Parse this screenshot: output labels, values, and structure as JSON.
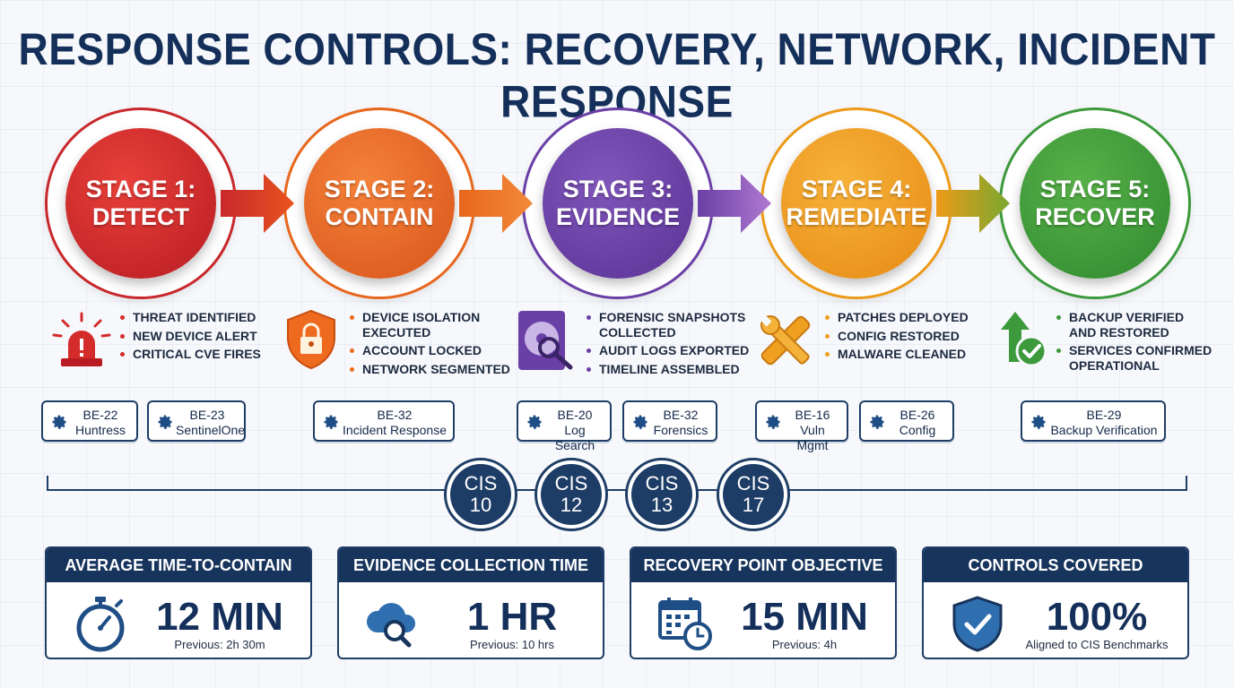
{
  "title": "RESPONSE CONTROLS: RECOVERY, NETWORK, INCIDENT RESPONSE",
  "colors": {
    "navy": "#14305a",
    "detect": "#d42b2b",
    "contain": "#ee6a1e",
    "evidence": "#6a3fa6",
    "remediate": "#f0a020",
    "recover": "#3c9a3c"
  },
  "stages": [
    {
      "line1": "STAGE 1:",
      "line2": "DETECT",
      "icon": "alarm-icon",
      "bullets": [
        "THREAT IDENTIFIED",
        "NEW DEVICE ALERT",
        "CRITICAL CVE FIRES"
      ]
    },
    {
      "line1": "STAGE 2:",
      "line2": "CONTAIN",
      "icon": "shield-lock-icon",
      "bullets": [
        "DEVICE ISOLATION\nEXECUTED",
        "ACCOUNT LOCKED",
        "NETWORK SEGMENTED"
      ]
    },
    {
      "line1": "STAGE 3:",
      "line2": "EVIDENCE",
      "icon": "forensic-disk-icon",
      "bullets": [
        "FORENSIC SNAPSHOTS\nCOLLECTED",
        "AUDIT LOGS EXPORTED",
        "TIMELINE ASSEMBLED"
      ]
    },
    {
      "line1": "STAGE 4:",
      "line2": "REMEDIATE",
      "icon": "tools-icon",
      "bullets": [
        "PATCHES DEPLOYED",
        "CONFIG RESTORED",
        "MALWARE CLEANED"
      ]
    },
    {
      "line1": "STAGE 5:",
      "line2": "RECOVER",
      "icon": "upload-check-icon",
      "bullets": [
        "BACKUP VERIFIED\nAND RESTORED",
        "SERVICES CONFIRMED\nOPERATIONAL"
      ]
    }
  ],
  "badges": [
    {
      "code": "BE-22",
      "label": "Huntress",
      "icon": "gear-icon"
    },
    {
      "code": "BE-23",
      "label": "SentinelOne",
      "icon": "gear-icon"
    },
    {
      "code": "BE-32",
      "label": "Incident Response",
      "icon": "gear-icon"
    },
    {
      "code": "BE-20",
      "label": "Log Search",
      "icon": "gear-icon"
    },
    {
      "code": "BE-32",
      "label": "Forensics",
      "icon": "gear-icon"
    },
    {
      "code": "BE-16",
      "label": "Vuln Mgmt",
      "icon": "gear-icon"
    },
    {
      "code": "BE-26",
      "label": "Config",
      "icon": "gear-icon"
    },
    {
      "code": "BE-29",
      "label": "Backup Verification",
      "icon": "gear-icon"
    }
  ],
  "cis": [
    {
      "label": "CIS",
      "num": "10"
    },
    {
      "label": "CIS",
      "num": "12"
    },
    {
      "label": "CIS",
      "num": "13"
    },
    {
      "label": "CIS",
      "num": "17"
    }
  ],
  "metrics": [
    {
      "head": "AVERAGE TIME-TO-CONTAIN",
      "value": "12 MIN",
      "sub": "Previous: 2h 30m",
      "icon": "stopwatch-icon"
    },
    {
      "head": "EVIDENCE COLLECTION TIME",
      "value": "1 HR",
      "sub": "Previous: 10 hrs",
      "icon": "cloud-search-icon"
    },
    {
      "head": "RECOVERY POINT OBJECTIVE",
      "value": "15 MIN",
      "sub": "Previous: 4h",
      "icon": "calendar-clock-icon"
    },
    {
      "head": "CONTROLS COVERED",
      "value": "100%",
      "sub": "Aligned to CIS Benchmarks",
      "icon": "shield-check-icon"
    }
  ]
}
